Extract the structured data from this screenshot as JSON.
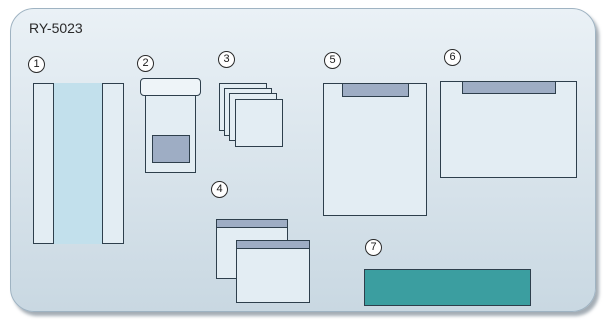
{
  "header": {
    "code": "RY-5023"
  },
  "items": [
    {
      "number": "1",
      "icon": "drape-icon"
    },
    {
      "number": "2",
      "icon": "container-icon"
    },
    {
      "number": "3",
      "icon": "gauze-stack-icon"
    },
    {
      "number": "4",
      "icon": "pouch-pair-icon"
    },
    {
      "number": "5",
      "icon": "tall-pouch-icon"
    },
    {
      "number": "6",
      "icon": "wide-pouch-icon"
    },
    {
      "number": "7",
      "icon": "teal-pad-icon"
    }
  ],
  "colors": {
    "panel": "#dbe6ed",
    "outline": "#2e3f4c",
    "light_fill": "#e3edf3",
    "strip_fill": "#9eadc4",
    "drape_center": "#c2e0ec",
    "teal": "#3b9ea0"
  }
}
